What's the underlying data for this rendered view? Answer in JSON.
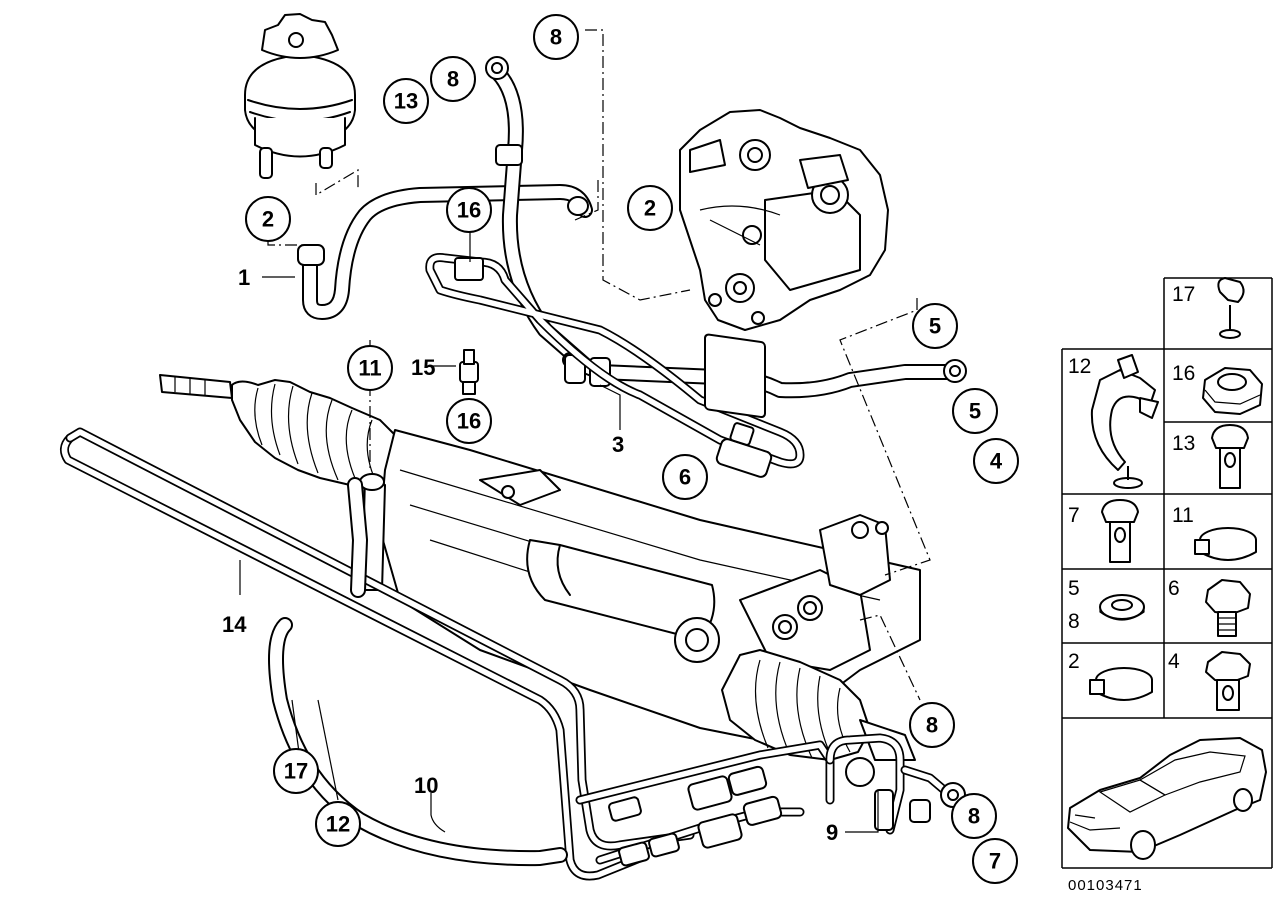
{
  "diagram": {
    "callouts": {
      "c8_top": "8",
      "c8_left": "8",
      "c13": "13",
      "c2_left": "2",
      "c16_upper": "16",
      "c2_right": "2",
      "c5_upper": "5",
      "c11": "11",
      "c5_lower": "5",
      "c16_lower": "16",
      "c4": "4",
      "c6": "6",
      "c17": "17",
      "c12": "12",
      "c8_mid": "8",
      "c8_low": "8",
      "c7": "7"
    },
    "labels": {
      "l1": "1",
      "l3": "3",
      "l14": "14",
      "l15": "15",
      "l10": "10",
      "l9": "9"
    },
    "legend": [
      {
        "label": "17",
        "icon": "clamp-icon"
      },
      {
        "label": "12",
        "icon": "bracket-holder-icon"
      },
      {
        "label": "16",
        "icon": "hex-nut-icon"
      },
      {
        "label": "13",
        "icon": "banjo-bolt-icon"
      },
      {
        "label": "7",
        "icon": "banjo-bolt-icon"
      },
      {
        "label": "11",
        "icon": "hose-clamp-icon"
      },
      {
        "label": "5",
        "label2": "8",
        "icon": "seal-ring-icon"
      },
      {
        "label": "6",
        "icon": "hex-bolt-icon"
      },
      {
        "label": "2",
        "icon": "hose-clamp-icon"
      },
      {
        "label": "4",
        "icon": "banjo-bolt-icon"
      }
    ],
    "doc_id": "00103471"
  }
}
